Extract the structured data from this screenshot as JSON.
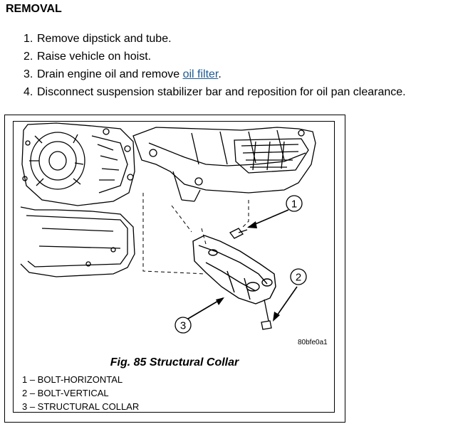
{
  "heading": "REMOVAL",
  "steps": [
    {
      "num": "1.",
      "text": "Remove dipstick and tube."
    },
    {
      "num": "2.",
      "text": "Raise vehicle on hoist."
    },
    {
      "num": "3.",
      "text_before": "Drain engine oil and remove ",
      "link": "oil filter",
      "text_after": "."
    },
    {
      "num": "4.",
      "text": "Disconnect suspension stabilizer bar and reposition for oil pan clearance."
    }
  ],
  "figure": {
    "code": "80bfe0a1",
    "title": "Fig. 85 Structural Collar",
    "callouts": [
      "1",
      "2",
      "3"
    ],
    "legend": [
      "1 – BOLT-HORIZONTAL",
      "2 – BOLT-VERTICAL",
      "3 – STRUCTURAL COLLAR"
    ]
  }
}
